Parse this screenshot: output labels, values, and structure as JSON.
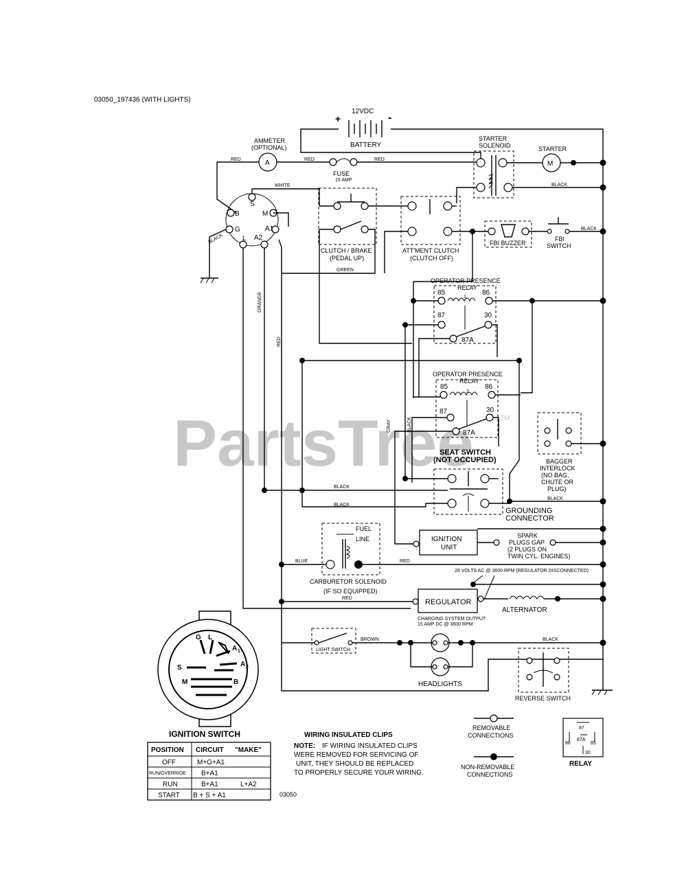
{
  "header": {
    "code": "03050_197436 (WITH LIGHTS)"
  },
  "watermark": {
    "text": "PartsTree",
    "tm": "TM"
  },
  "battery": {
    "voltage": "12VDC",
    "plus": "+",
    "minus": "-",
    "label": "BATTERY"
  },
  "components": {
    "ammeter": {
      "symbol": "A",
      "label1": "AMMETER",
      "label2": "(OPTIONAL)"
    },
    "fuse": {
      "label": "FUSE",
      "rating": "15 AMP"
    },
    "starter_solenoid": {
      "label1": "STARTER",
      "label2": "SOLENOID"
    },
    "starter": {
      "symbol": "M",
      "label": "STARTER"
    },
    "clutch_brake": {
      "label1": "CLUTCH / BRAKE",
      "label2": "(PEDAL UP)"
    },
    "attment_clutch": {
      "label1": "ATT'MENT CLUTCH",
      "label2": "(CLUTCH OFF)"
    },
    "fbi_buzzer": {
      "label": "FBI BUZZER"
    },
    "fbi_switch": {
      "label1": "FBI",
      "label2": "SWITCH"
    },
    "relay1": {
      "label1": "OPERATOR PRESENCE",
      "label2": "RELAY",
      "num": "1",
      "p85": "85",
      "p86": "86",
      "p87": "87",
      "p30": "30",
      "p87a": "87A"
    },
    "relay2": {
      "label1": "OPERATOR PRESENCE",
      "label2": "RELAY",
      "num": "2",
      "p85": "85",
      "p86": "86",
      "p87": "87",
      "p30": "30",
      "p87a": "87A"
    },
    "seat_switch": {
      "label1": "SEAT SWITCH",
      "label2": "(NOT OCCUPIED)"
    },
    "bagger_interlock": {
      "label1": "BAGGER",
      "label2": "INTERLOCK",
      "label3": "(NO BAG,",
      "label4": "CHUTE OR",
      "label5": "PLUG)"
    },
    "grounding_connector": {
      "label1": "GROUNDING",
      "label2": "CONNECTOR"
    },
    "ignition_unit": {
      "label1": "IGNITION",
      "label2": "UNIT"
    },
    "spark_plugs": {
      "label1": "SPARK",
      "label2": "PLUGS GAP",
      "label3": "(2 PLUGS ON",
      "label4": "TWIN CYL. ENGINES)"
    },
    "fuel_line": {
      "label1": "FUEL",
      "label2": "LINE"
    },
    "carburetor_solenoid": {
      "label1": "CARBURETOR SOLENOID",
      "label2": "(IF SO EQUIPPED)"
    },
    "regulator": {
      "label": "REGULATOR",
      "note_top": "28 VOLTS AC @ 3600 RPM (REGULATOR DISCONNECTED)",
      "note_bottom1": "CHARGING SYSTEM OUTPUT",
      "note_bottom2": "15 AMP DC @ 3600 RPM"
    },
    "alternator": {
      "label": "ALTERNATOR"
    },
    "light_switch": {
      "label": "LIGHT SWITCH"
    },
    "headlights": {
      "label": "HEADLIGHTS"
    },
    "reverse_switch": {
      "label": "REVERSE SWITCH"
    }
  },
  "ignition_pins": {
    "s": "S",
    "b": "B",
    "m": "M",
    "g": "G",
    "a1": "A1",
    "l": "L",
    "a2": "A2"
  },
  "wires": {
    "red": "RED",
    "white": "WHITE",
    "black": "BLACK",
    "green": "GREEN",
    "orange": "ORANGE",
    "gray": "GRAY",
    "blue": "BLUE",
    "brown": "BROWN"
  },
  "ignition_switch_diagram": {
    "title": "IGNITION SWITCH",
    "pins": {
      "g": "G",
      "l": "L",
      "a1": "A",
      "a1_sub": "1",
      "a2": "A",
      "a2_sub": "2",
      "s": "S",
      "m": "M",
      "b": "B"
    }
  },
  "ignition_table": {
    "headers": [
      "POSITION",
      "CIRCUIT",
      "\"MAKE\""
    ],
    "rows": [
      [
        "OFF",
        "M+G+A1",
        ""
      ],
      [
        "RUN/OVERRIDE",
        "B+A1",
        ""
      ],
      [
        "RUN",
        "B+A1",
        "L+A2"
      ],
      [
        "START",
        "B + S + A1",
        ""
      ]
    ]
  },
  "clips_note": {
    "title": "WIRING INSULATED CLIPS",
    "note_label": "NOTE:",
    "line1": "IF WIRING INSULATED CLIPS",
    "line2": "WERE REMOVED FOR SERVICING OF",
    "line3": "UNIT, THEY SHOULD BE REPLACED",
    "line4": "TO PROPERLY SECURE YOUR WIRING."
  },
  "legend": {
    "removable1": "REMOVABLE",
    "removable2": "CONNECTIONS",
    "nonremovable1": "NON-REMOVABLE",
    "nonremovable2": "CONNECTIONS"
  },
  "relay_legend": {
    "label": "RELAY",
    "p87": "87",
    "p86": "86",
    "p87a": "87A",
    "p85": "85",
    "p30": "30"
  },
  "footer_code": "03050"
}
